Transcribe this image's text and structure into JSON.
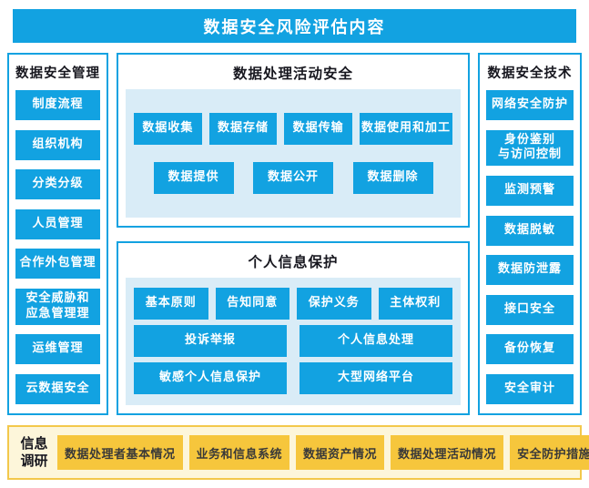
{
  "title": "数据安全风险评估内容",
  "colors": {
    "blue": "#12a2e1",
    "panel_blue": "#d9ecf7",
    "gold": "#f6c63c",
    "cream_bg": "#fdf6da",
    "gold_border": "#f3c84b",
    "dark_text": "#17171f"
  },
  "left_panel": {
    "title": "数据安全管理",
    "items": [
      "制度流程",
      "组织机构",
      "分类分级",
      "人员管理",
      "合作外包管理",
      "安全威胁和\n应急管理理",
      "运维管理",
      "云数据安全"
    ]
  },
  "activity_panel": {
    "title": "数据处理活动安全",
    "row1": [
      "数据收集",
      "数据存储",
      "数据传输",
      "数据使用和加工"
    ],
    "row2": [
      "数据提供",
      "数据公开",
      "数据删除"
    ]
  },
  "privacy_panel": {
    "title": "个人信息保护",
    "row1": [
      "基本原则",
      "告知同意",
      "保护义务",
      "主体权利"
    ],
    "row2": [
      "投诉举报",
      "个人信息处理"
    ],
    "row3": [
      "敏感个人信息保护",
      "大型网络平台"
    ]
  },
  "right_panel": {
    "title": "数据安全技术",
    "items": [
      "网络安全防护",
      "身份鉴别\n与访问控制",
      "监测预警",
      "数据脱敏",
      "数据防泄露",
      "接口安全",
      "备份恢复",
      "安全审计"
    ]
  },
  "survey_panel": {
    "label": "信息\n调研",
    "items": [
      "数据处理者基本情况",
      "业务和信息系统",
      "数据资产情况",
      "数据处理活动情况",
      "安全防护措施"
    ]
  }
}
